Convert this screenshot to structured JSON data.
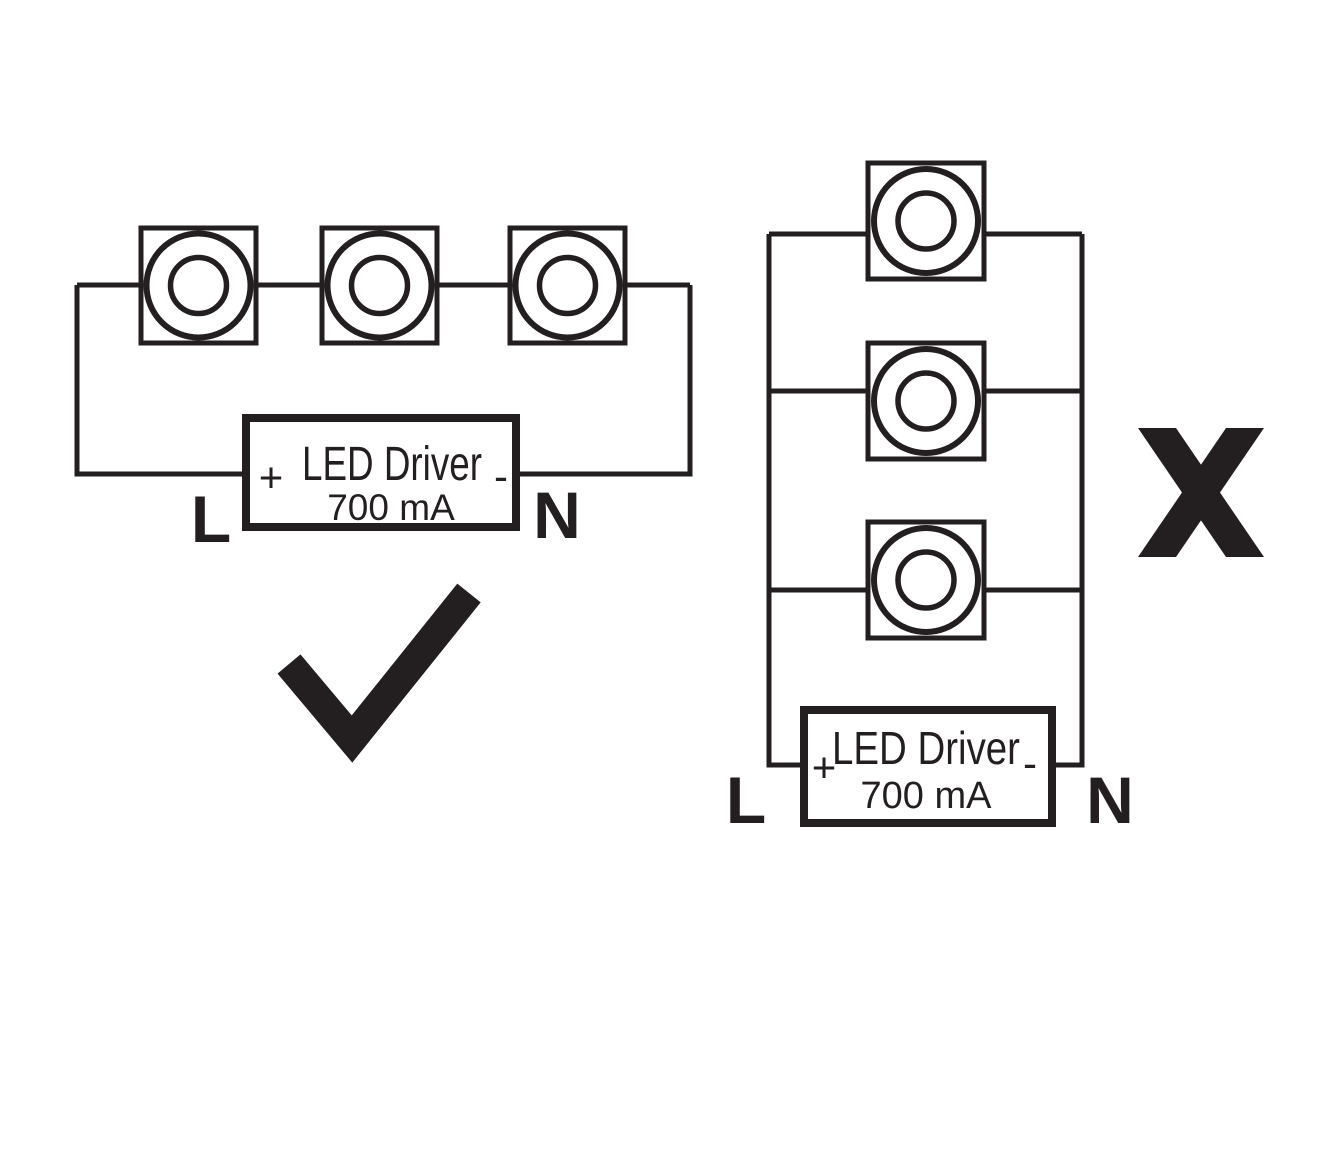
{
  "colors": {
    "ink": "#231f20",
    "background": "#ffffff"
  },
  "correct_diagram": {
    "wiring": "series",
    "lamp_count": 3,
    "driver": {
      "name": "LED Driver",
      "current": "700 mA",
      "positive": "+",
      "negative": "-"
    },
    "terminals": {
      "live": "L",
      "neutral": "N"
    },
    "verdict": "correct",
    "verdict_icon": "check-icon"
  },
  "incorrect_diagram": {
    "wiring": "parallel",
    "lamp_count": 3,
    "driver": {
      "name": "LED Driver",
      "current": "700 mA",
      "positive": "+",
      "negative": "-"
    },
    "terminals": {
      "live": "L",
      "neutral": "N"
    },
    "verdict": "incorrect",
    "verdict_icon": "x-icon"
  }
}
